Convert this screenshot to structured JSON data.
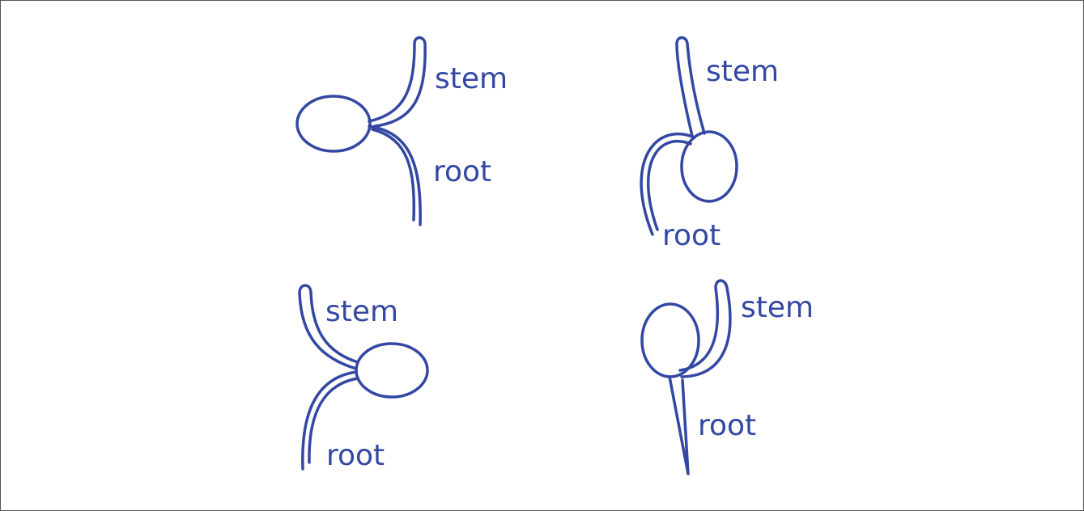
{
  "colors": {
    "ink": "#3347a3",
    "background": "#ffffff",
    "border": "#555555"
  },
  "seedlings": [
    {
      "stem_label": "stem",
      "root_label": "root"
    },
    {
      "stem_label": "stem",
      "root_label": "root"
    },
    {
      "stem_label": "stem",
      "root_label": "root"
    },
    {
      "stem_label": "stem",
      "root_label": "root"
    }
  ]
}
